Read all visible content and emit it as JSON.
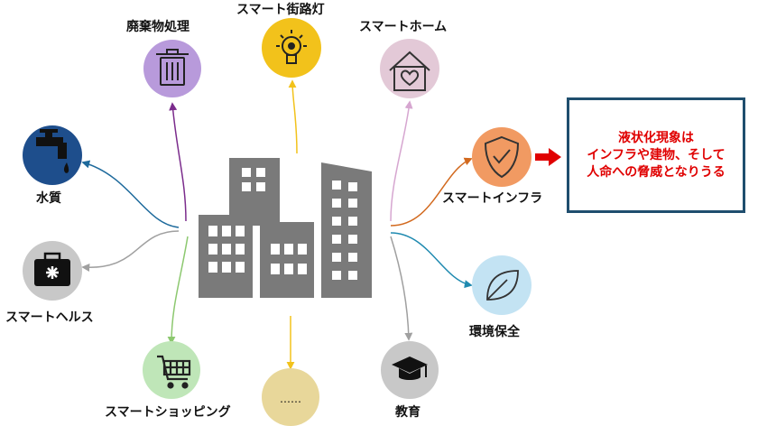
{
  "nodes": {
    "waste": {
      "label": "廃棄物処理",
      "color": "#b89adb",
      "icon": "trash-icon"
    },
    "streetlight": {
      "label": "スマート街路灯",
      "color": "#f2c21b",
      "icon": "lightbulb-icon"
    },
    "home": {
      "label": "スマートホーム",
      "color": "#e3c9d7",
      "icon": "house-heart-icon"
    },
    "water": {
      "label": "水質",
      "color": "#1e4e8c",
      "icon": "faucet-icon"
    },
    "infra": {
      "label": "スマートインフラ",
      "color": "#f19a62",
      "icon": "shield-check-icon"
    },
    "health": {
      "label": "スマートヘルス",
      "color": "#c8c8c8",
      "icon": "medical-kit-icon"
    },
    "environment": {
      "label": "環境保全",
      "color": "#c3e3f3",
      "icon": "leaf-icon"
    },
    "shopping": {
      "label": "スマートショッピング",
      "color": "#bfe6b8",
      "icon": "shopping-cart-icon"
    },
    "more": {
      "label": "……",
      "color": "#e8d79a",
      "icon": ""
    },
    "education": {
      "label": "教育",
      "color": "#c8c8c8",
      "icon": "graduation-cap-icon"
    }
  },
  "center_icon": "city-buildings-icon",
  "arrow_color": "#e00000",
  "callout": {
    "line1": "液状化現象は",
    "line2": "インフラや建物、そして",
    "line3": "人命への脅威となりうる",
    "border_color": "#1f4e6e",
    "text_color": "#e00000"
  },
  "connectors": {
    "waste": "#7b2c8c",
    "streetlight": "#f2c21b",
    "home": "#d6a6d0",
    "water": "#1e6a9c",
    "infra": "#d2691e",
    "health": "#a0a0a0",
    "environment": "#1f8ab0",
    "shopping": "#8cc86f",
    "more": "#f2c21b",
    "education": "#a0a0a0"
  }
}
